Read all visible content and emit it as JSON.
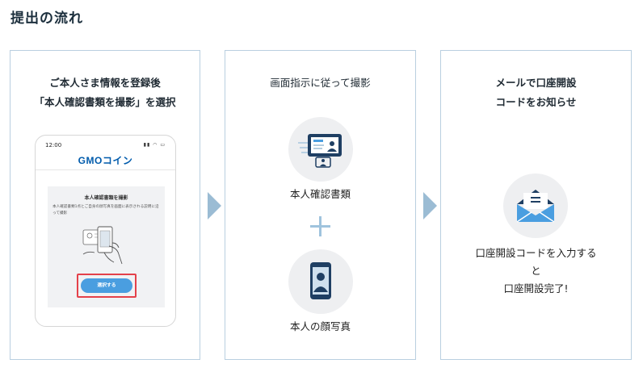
{
  "page_title": "提出の流れ",
  "step1": {
    "heading_line1": "ご本人さま情報を登録後",
    "heading_line2": "「本人確認書類を撮影」を選択",
    "phone": {
      "time": "12:00",
      "logo": "GMOコイン",
      "card_title": "本人確認書類を撮影",
      "card_desc": "本人確認書類1点とご自身の顔写真を画面に表示される説明に沿って撮影",
      "select_button": "選択する"
    }
  },
  "step2": {
    "heading": "画面指示に従って撮影",
    "item1_caption": "本人確認書類",
    "item2_caption": "本人の顔写真"
  },
  "step3": {
    "heading_line1": "メールで口座開設",
    "heading_line2": "コードをお知らせ",
    "caption_line1": "口座開設コードを入力する",
    "caption_line2": "と",
    "caption_line3": "口座開設完了!"
  },
  "colors": {
    "border": "#b9cfe0",
    "arrow": "#9bbcd4",
    "accent_blue": "#4a9ee0",
    "highlight_red": "#e4414a"
  },
  "icons": [
    "id-card-icon",
    "portrait-photo-icon",
    "envelope-icon",
    "plus-icon",
    "step-arrow-icon"
  ]
}
